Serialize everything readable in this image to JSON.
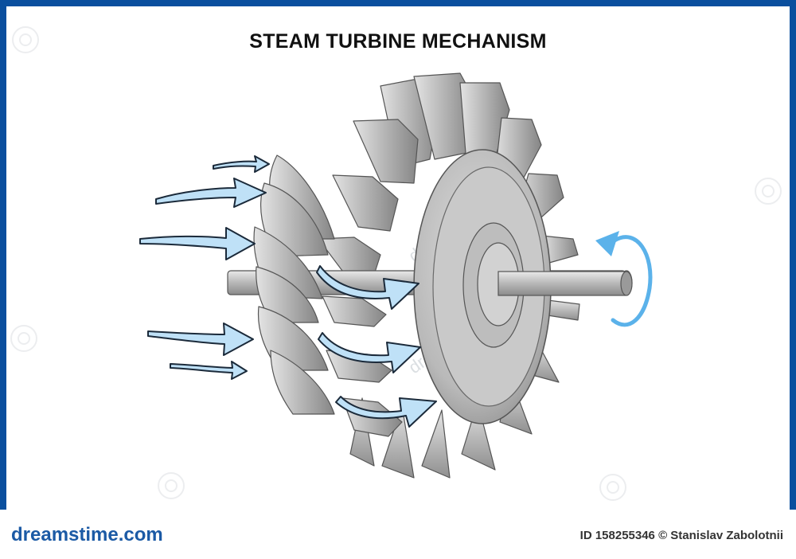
{
  "title": "STEAM TURBINE MECHANISM",
  "footer": {
    "brand": "dreamstime.com",
    "image_id": "ID 158255346",
    "credit": "© Stanislav Zabolotnii"
  },
  "watermark": {
    "text": "dreamstime"
  },
  "colors": {
    "frame_blue": "#0a4f9e",
    "steam_arrow": "#bfe1f7",
    "rotation_arrow": "#5bb2ea",
    "metal_light": "#d8d8d8",
    "metal_mid": "#a8a8a8",
    "metal_dark": "#777777"
  },
  "icons": [
    "steam-arrow",
    "rotation-arrow-icon",
    "dreamstime-logo-icon"
  ]
}
